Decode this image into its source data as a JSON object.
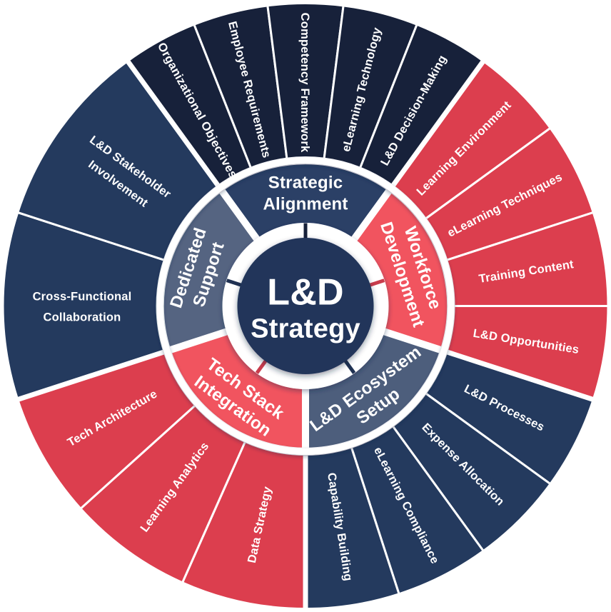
{
  "page": {
    "background": "#ffffff"
  },
  "center": {
    "label": "L&D Strategy",
    "lines": [
      "L&D",
      "Strategy"
    ],
    "color": "#21355a",
    "text_color": "#ffffff"
  },
  "chart_data": {
    "type": "sunburst",
    "title": "L&D Strategy",
    "rings": [
      "center title",
      "strategy pillars (inner ring)",
      "focus areas (outer ring)"
    ],
    "layout": {
      "start_angle_deg": -36,
      "clockwise": true,
      "group_span_deg": 72
    },
    "groups": [
      {
        "label": "Strategic Alignment",
        "label_lines": [
          "Strategic",
          "Alignment"
        ],
        "inner_color": "#2b4066",
        "outer_color": "#17213a",
        "tick_color": "#17213a",
        "children": [
          {
            "label": "Organizational Objectives",
            "lines": [
              "Organizational Objectives"
            ]
          },
          {
            "label": "Employee Requirements",
            "lines": [
              "Employee Requirements"
            ]
          },
          {
            "label": "Competency Framework",
            "lines": [
              "Competency Framework"
            ]
          },
          {
            "label": "eLearning Technology",
            "lines": [
              "eLearning Technology"
            ]
          },
          {
            "label": "L&D Decision-Making",
            "lines": [
              "L&D Decision-Making"
            ]
          }
        ]
      },
      {
        "label": "Workforce Development",
        "label_lines": [
          "Workforce",
          "Development"
        ],
        "inner_color": "#f1545f",
        "outer_color": "#dc3e4e",
        "tick_color": "#c93c4c",
        "children": [
          {
            "label": "Learning Environment",
            "lines": [
              "Learning Environment"
            ]
          },
          {
            "label": "eLearning Techniques",
            "lines": [
              "eLearning Techniques"
            ]
          },
          {
            "label": "Training Content",
            "lines": [
              "Training Content"
            ]
          },
          {
            "label": "L&D Opportunities",
            "lines": [
              "L&D Opportunities"
            ]
          }
        ]
      },
      {
        "label": "L&D Ecosystem Setup",
        "label_lines": [
          "L&D Ecosystem",
          "Setup"
        ],
        "inner_color": "#4d5e7c",
        "outer_color": "#243a5e",
        "tick_color": "#1f3152",
        "children": [
          {
            "label": "L&D Processes",
            "lines": [
              "L&D Processes"
            ]
          },
          {
            "label": "Expense Allocation",
            "lines": [
              "Expense Allocation"
            ]
          },
          {
            "label": "eLearning Compliance",
            "lines": [
              "eLearning Compliance"
            ]
          },
          {
            "label": "Capability Building",
            "lines": [
              "Capability Building"
            ]
          }
        ]
      },
      {
        "label": "Tech Stack Integration",
        "label_lines": [
          "Tech Stack",
          "Integration"
        ],
        "inner_color": "#f1545f",
        "outer_color": "#dc3e4e",
        "tick_color": "#c93c4c",
        "children": [
          {
            "label": "Data Strategy",
            "lines": [
              "Data Strategy"
            ]
          },
          {
            "label": "Learning Analytics",
            "lines": [
              "Learning Analytics"
            ]
          },
          {
            "label": "Tech Architecture",
            "lines": [
              "Tech Architecture"
            ]
          }
        ]
      },
      {
        "label": "Dedicated Support",
        "label_lines": [
          "Dedicated",
          "Support"
        ],
        "inner_color": "#556481",
        "outer_color": "#243a5e",
        "tick_color": "#1f3152",
        "children": [
          {
            "label": "Cross-Functional Collaboration",
            "lines": [
              "Cross-Functional",
              "Collaboration"
            ]
          },
          {
            "label": "L&D Stakeholder Involvement",
            "lines": [
              "L&D Stakeholder",
              "Involvement"
            ]
          }
        ]
      }
    ]
  }
}
